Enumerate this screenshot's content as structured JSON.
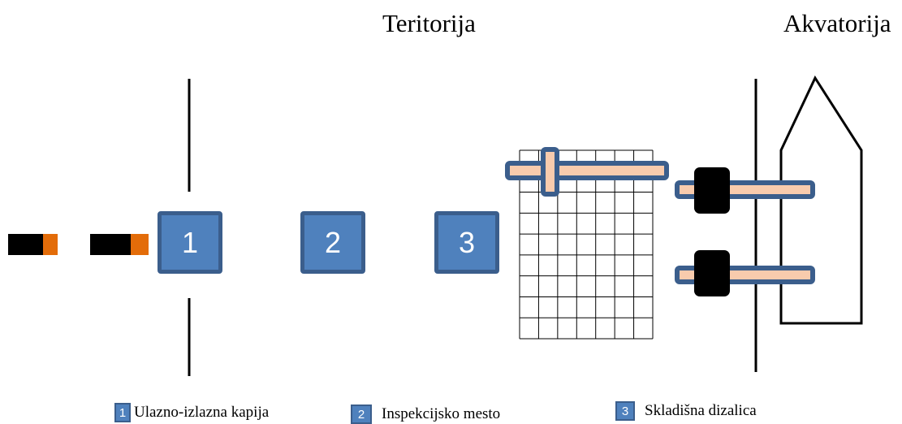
{
  "regions": {
    "territory": "Teritorija",
    "water_area": "Akvatorija"
  },
  "stations": [
    {
      "number": "1",
      "label": "Ulazno-izlazna kapija"
    },
    {
      "number": "2",
      "label": "Inspekcijsko mesto"
    },
    {
      "number": "3",
      "label": "Skladišna dizalica"
    }
  ],
  "colors": {
    "station_fill": "#4f81bd",
    "station_border": "#3b5e8c",
    "truck_body": "#000000",
    "truck_cab": "#e36c09",
    "crane_beam": "#f8cbad"
  }
}
